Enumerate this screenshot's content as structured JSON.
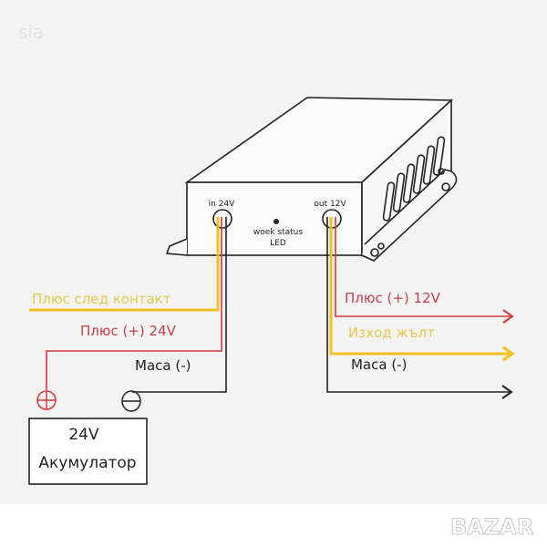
{
  "watermark_top": "sia",
  "watermark_logo": "BAZAR",
  "device": {
    "input_label": "in 24V",
    "output_label": "out 12V",
    "led_label_1": "woek status",
    "led_label_2": "LED"
  },
  "left_wires": {
    "yellow_label": "Плюс след контакт",
    "red_label": "Плюс (+) 24V",
    "black_label": "Маса (-)"
  },
  "battery": {
    "voltage": "24V",
    "name": "Акумулатор"
  },
  "right_wires": {
    "red_label": "Плюс (+) 12V",
    "yellow_label": "Изход жълт",
    "black_label": "Маса (-)"
  },
  "colors": {
    "yellow": "#f0c020",
    "yellow_text": "#e6c84a",
    "red": "#d23a3a",
    "red_text": "#c0404a",
    "black": "#222222",
    "background": "#f3f3f3"
  }
}
